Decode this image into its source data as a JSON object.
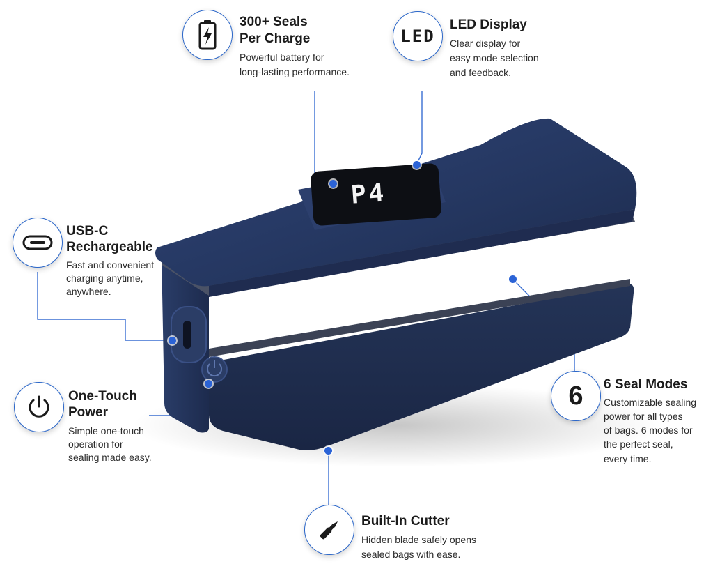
{
  "features": {
    "battery": {
      "title_line1": "300+ Seals",
      "title_line2": "Per Charge",
      "desc": [
        "Powerful battery for",
        "long-lasting performance."
      ],
      "icon": "battery-icon"
    },
    "led": {
      "title": "LED Display",
      "desc": [
        "Clear display for",
        "easy mode selection",
        "and feedback."
      ],
      "icon_text": "LED"
    },
    "usbc": {
      "title_line1": "USB-C",
      "title_line2": "Rechargeable",
      "desc": [
        "Fast and convenient",
        "charging anytime,",
        "anywhere."
      ],
      "icon": "usb-c-port-icon"
    },
    "power": {
      "title_line1": "One-Touch",
      "title_line2": "Power",
      "desc": [
        "Simple one-touch",
        "operation for",
        "sealing made easy."
      ],
      "icon": "power-icon"
    },
    "modes": {
      "title": "6 Seal Modes",
      "icon_text": "6",
      "desc": [
        "Customizable sealing",
        "power for all types",
        "of bags. 6 modes for",
        "the perfect seal,",
        "every time."
      ]
    },
    "cutter": {
      "title": "Built-In Cutter",
      "desc": [
        "Hidden blade safely opens",
        "sealed bags with ease."
      ],
      "icon": "cutter-blade-icon"
    }
  },
  "device": {
    "display_text": "P4",
    "body_color": "#24345e",
    "accent_color": "#2b63d6"
  }
}
